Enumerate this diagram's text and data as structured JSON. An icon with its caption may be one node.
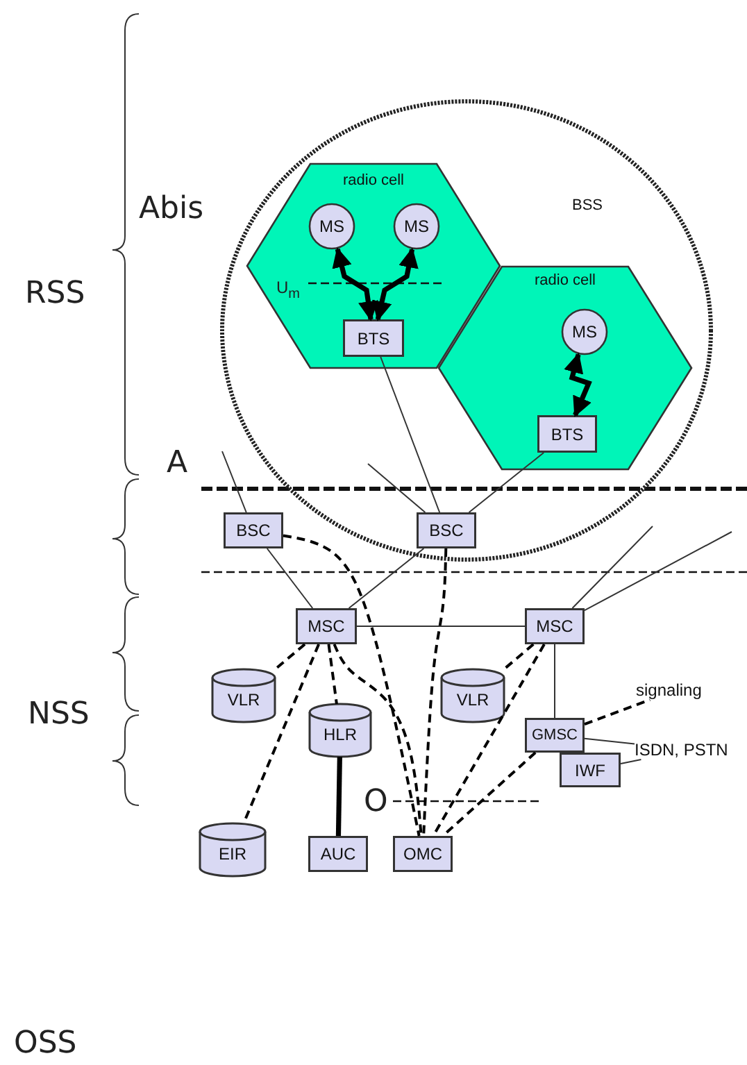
{
  "diagram": {
    "nodes": [
      {
        "text": [
          "BSS"
        ]
      },
      {
        "text": [
          "radio cell"
        ],
        "in": 0
      },
      {
        "text": [
          "MS"
        ],
        "in": 1
      },
      {
        "text": [
          "MS"
        ],
        "in": 1
      },
      {
        "text": [
          "BTS"
        ],
        "in": 1
      },
      {
        "text": [
          "radio cell"
        ],
        "in": 0
      },
      {
        "text": [
          "MS"
        ],
        "in": 5
      },
      {
        "text": [
          "BTS"
        ],
        "in": 5
      },
      {
        "text": [
          "BSC"
        ]
      },
      {
        "text": [
          "BSC"
        ],
        "in": 0
      },
      {
        "text": [
          "MSC"
        ]
      },
      {
        "text": [
          "MSC"
        ]
      },
      {
        "text": [
          "VLR"
        ]
      },
      {
        "text": [
          "HLR"
        ]
      },
      {
        "text": [
          "VLR"
        ]
      },
      {
        "text": [
          "GMSC"
        ]
      },
      {
        "text": [
          "IWF"
        ]
      },
      {
        "text": [
          "EIR"
        ]
      },
      {
        "text": [
          "AUC"
        ]
      },
      {
        "text": [
          "OMC"
        ]
      },
      {
        "text": [
          "signaling"
        ]
      },
      {
        "text": [
          "ISDN, PSTN"
        ]
      }
    ],
    "edges": [
      {
        "from": 2,
        "to": 4,
        "arrow": "both",
        "style": "thick"
      },
      {
        "from": 3,
        "to": 4,
        "arrow": "both",
        "style": "thick"
      },
      {
        "from": 6,
        "to": 7,
        "arrow": "both",
        "style": "thick"
      },
      {
        "from": 4,
        "to": 9,
        "arrow": "none"
      },
      {
        "from": 7,
        "to": 9,
        "arrow": "none"
      },
      {
        "from": null,
        "to": 8,
        "arrow": "none"
      },
      {
        "from": null,
        "to": 9,
        "arrow": "none"
      },
      {
        "from": 8,
        "to": 10,
        "arrow": "none"
      },
      {
        "from": 9,
        "to": 10,
        "arrow": "none"
      },
      {
        "from": 11,
        "to": null,
        "arrow": "none"
      },
      {
        "from": 11,
        "to": null,
        "arrow": "none"
      },
      {
        "from": 8,
        "to": 19,
        "arrow": "none",
        "style": "dashed"
      },
      {
        "from": 9,
        "to": 19,
        "arrow": "none",
        "style": "dashed"
      },
      {
        "from": 10,
        "to": 11,
        "arrow": "none"
      },
      {
        "from": 10,
        "to": 12,
        "arrow": "none",
        "style": "dashed"
      },
      {
        "from": 10,
        "to": 13,
        "arrow": "none",
        "style": "dashed"
      },
      {
        "from": 10,
        "to": 17,
        "arrow": "none",
        "style": "dashed"
      },
      {
        "from": 10,
        "to": 19,
        "arrow": "none",
        "style": "dashed"
      },
      {
        "from": 11,
        "to": 14,
        "arrow": "none",
        "style": "dashed"
      },
      {
        "from": 11,
        "to": 19,
        "arrow": "none",
        "style": "dashed"
      },
      {
        "from": 11,
        "to": 15,
        "arrow": "none"
      },
      {
        "from": 15,
        "to": 20,
        "arrow": "none",
        "style": "dashed"
      },
      {
        "from": 15,
        "to": 21,
        "arrow": "none"
      },
      {
        "from": 16,
        "to": 21,
        "arrow": "none"
      },
      {
        "from": 15,
        "to": 19,
        "arrow": "none",
        "style": "dashed"
      },
      {
        "from": 13,
        "to": 18,
        "arrow": "none",
        "style": "thick"
      }
    ],
    "labels": [
      "Abis",
      "U$_{m}$",
      "RSS",
      "A",
      "NSS",
      "O",
      "OSS"
    ]
  }
}
